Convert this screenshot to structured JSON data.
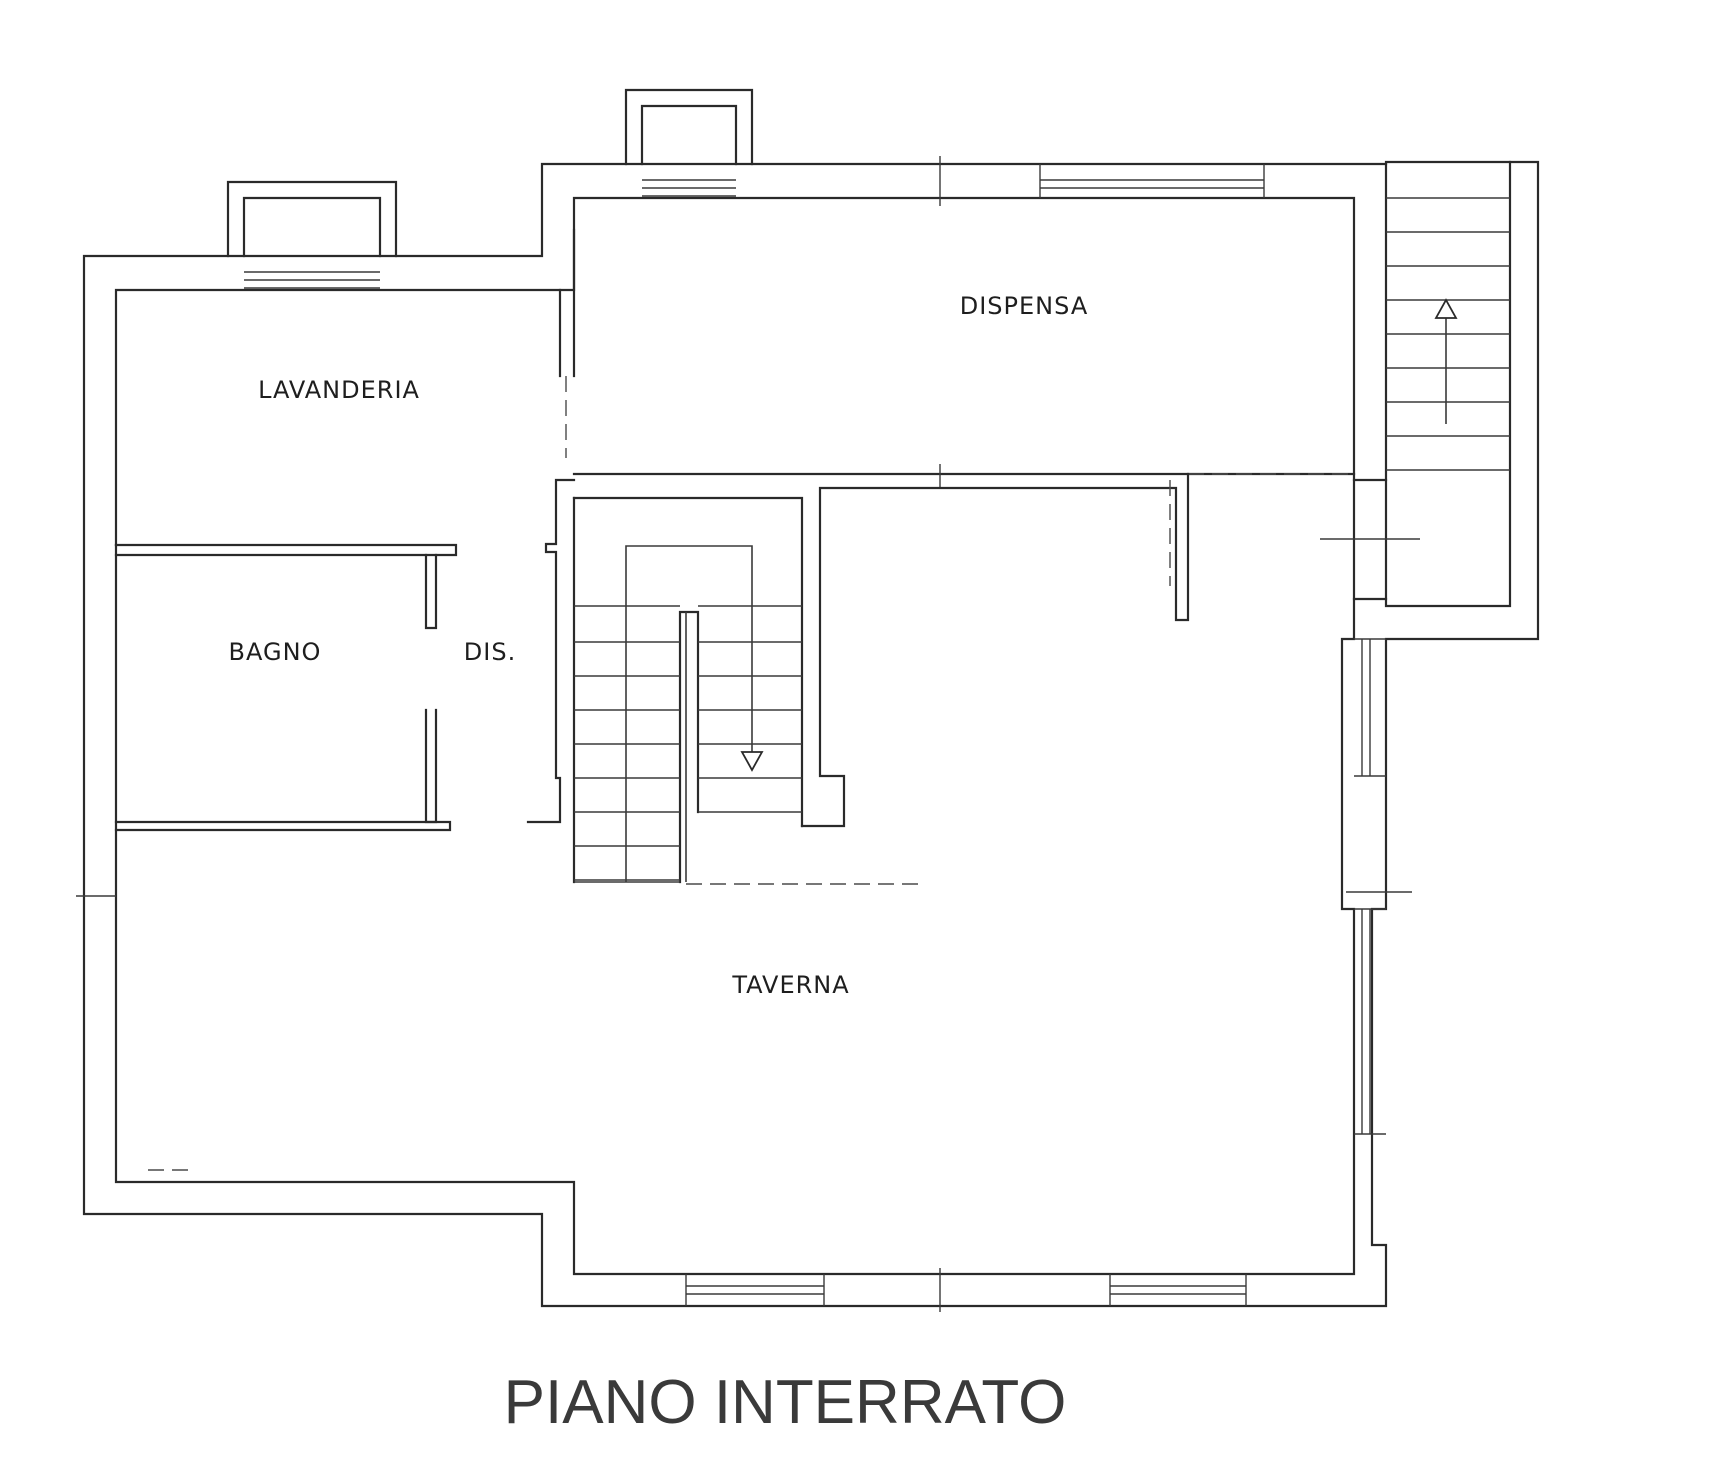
{
  "title": "PIANO INTERRATO",
  "rooms": {
    "lavanderia": "LAVANDERIA",
    "dispensa": "DISPENSA",
    "bagno": "BAGNO",
    "disimpegno": "DIS.",
    "taverna": "TAVERNA"
  },
  "colors": {
    "line": "#2a2a2a",
    "background": "#ffffff"
  }
}
